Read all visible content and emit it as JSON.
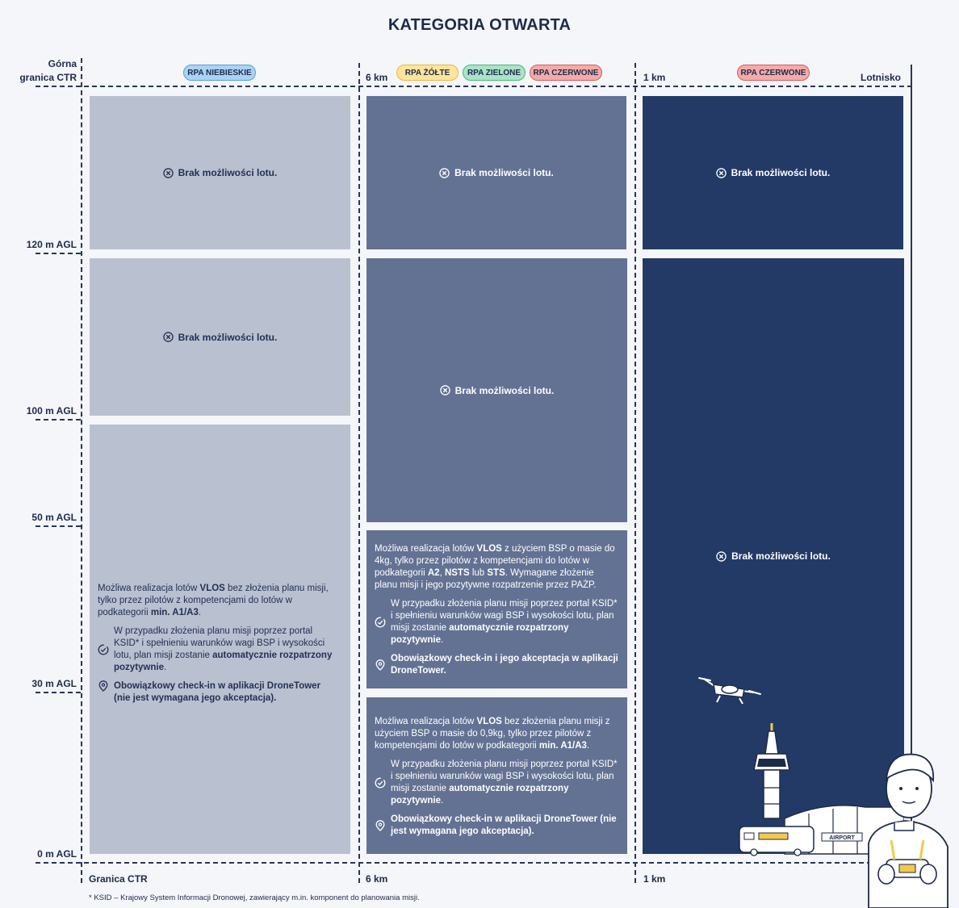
{
  "title": "KATEGORIA OTWARTA",
  "y_axis": {
    "top_label_line1": "Górna",
    "top_label_line2": "granica CTR",
    "levels": [
      "120 m AGL",
      "100 m AGL",
      "50 m AGL",
      "30 m AGL",
      "0 m AGL"
    ]
  },
  "zones": {
    "pills": {
      "blue": "RPA NIEBIESKIE",
      "yellow": "RPA ŻÓŁTE",
      "green": "RPA ZIELONE",
      "red_mid": "RPA CZERWONE",
      "red_right": "RPA CZERWONE"
    },
    "top_bounds": {
      "six_km": "6 km",
      "one_km": "1 km",
      "airport": "Lotnisko"
    },
    "bottom_bounds": {
      "ctr": "Granica CTR",
      "six_km": "6 km",
      "one_km": "1 km"
    }
  },
  "no_flight": "Brak możliwości lotu.",
  "blue_info": {
    "p1": "Możliwa realizacja lotów VLOS bez złożenia planu misji, tylko przez pilotów z kompetencjami do lotów w podkategorii min. A1/A3.",
    "p2": "W przypadku złożenia planu misji poprzez portal KSID* i spełnieniu warunków wagi BSP i wysokości lotu, plan misji zostanie automatycznie rozpatrzony pozytywnie.",
    "p3": "Obowiązkowy check-in w aplikacji DroneTower (nie jest wymagana jego akceptacja)."
  },
  "mid_info_upper": {
    "p1": "Możliwa realizacja lotów VLOS z użyciem BSP o masie do 4kg, tylko przez pilotów z kompetencjami do lotów w podkategorii A2, NSTS lub STS. Wymagane złożenie planu misji i jego pozytywne rozpatrzenie przez PAŻP.",
    "p2": "W przypadku złożenia planu misji poprzez portal KSID* i spełnieniu warunków wagi BSP i wysokości lotu, plan misji zostanie automatycznie rozpatrzony pozytywnie.",
    "p3": "Obowiązkowy check-in i jego akceptacja w aplikacji DroneTower."
  },
  "mid_info_lower": {
    "p1": "Możliwa realizacja lotów VLOS bez złożenia planu misji z użyciem BSP o masie do 0,9kg, tylko przez pilotów z kompetencjami do lotów w podkategorii min. A1/A3.",
    "p2": "W przypadku złożenia planu misji poprzez portal KSID* i spełnieniu warunków wagi BSP i wysokości lotu, plan misji zostanie automatycznie rozpatrzony pozytywnie.",
    "p3": "Obowiązkowy check-in w aplikacji DroneTower (nie jest wymagana jego akceptacja)."
  },
  "airport_sign": "AIRPORT",
  "footnote": "* KSID – Krajowy System Informacji Dronowej, zawierający m.in. komponent do planowania misji.",
  "colors": {
    "blue_zone": "#b9c0d0",
    "ctr_zone": "#637293",
    "airport_zone": "#233a66",
    "background": "#f4f6f9"
  }
}
